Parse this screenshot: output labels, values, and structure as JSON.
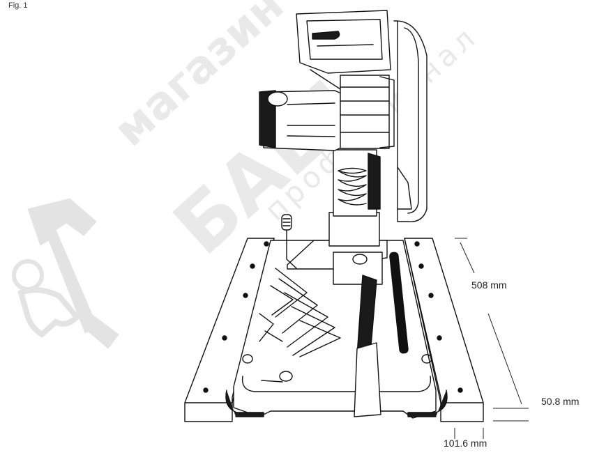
{
  "figure": {
    "label": "Fig. 1"
  },
  "dimensions": {
    "height": "508 mm",
    "base_thickness": "50.8 mm",
    "rail_width": "101.6 mm"
  },
  "watermark": {
    "line1": "магазин",
    "line2": "БАШ",
    "line3": "профессионал"
  },
  "colors": {
    "line": "#111111",
    "watermark": "#e3e3e3",
    "dark_fill": "#1a1a1a"
  }
}
